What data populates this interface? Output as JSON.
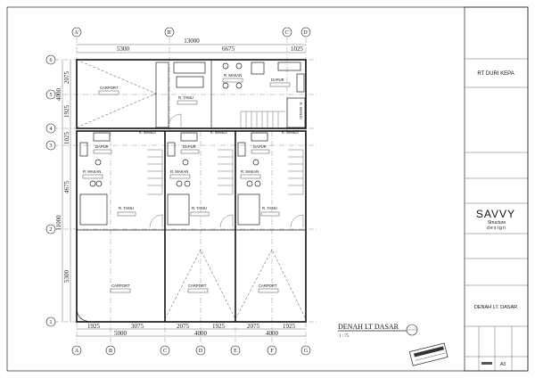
{
  "drawing": {
    "title": "DENAH LT DASAR",
    "scale": "1 : 75",
    "top_grid": [
      "A'",
      "B'",
      "C'",
      "D'"
    ],
    "bottom_grid": [
      "A",
      "B",
      "C",
      "D",
      "E",
      "F",
      "G"
    ],
    "rows": [
      "6",
      "5",
      "4",
      "3",
      "2",
      "1"
    ],
    "top_dims": {
      "total": "13000",
      "segments": [
        "5300",
        "6675",
        "1025"
      ]
    },
    "left_dims": {
      "outer": [
        "4000",
        "11000"
      ],
      "inner": [
        "2075",
        "1925",
        "1025",
        "4675",
        "5300"
      ]
    },
    "bottom_dims": {
      "segments": [
        "1925",
        "3075",
        "2075",
        "1925",
        "2075",
        "1925"
      ],
      "totals": [
        "5000",
        "4000",
        "4000"
      ]
    },
    "upper_rooms": [
      "CARPORT",
      "R. TAMU",
      "R. MAKAN",
      "DAPUR",
      "K. MANDI"
    ],
    "unit_rooms": [
      "K. MANDI",
      "DAPUR",
      "R. MAKAN",
      "R. TAMU",
      "CARPORT"
    ]
  },
  "title_block": {
    "project": "RT DURI KEPA",
    "logo": {
      "name": "SAVVY",
      "line1": "Structure",
      "line2": "design"
    },
    "sheet_title": "DENAH LT. DASAR",
    "paper_size": "A3"
  }
}
